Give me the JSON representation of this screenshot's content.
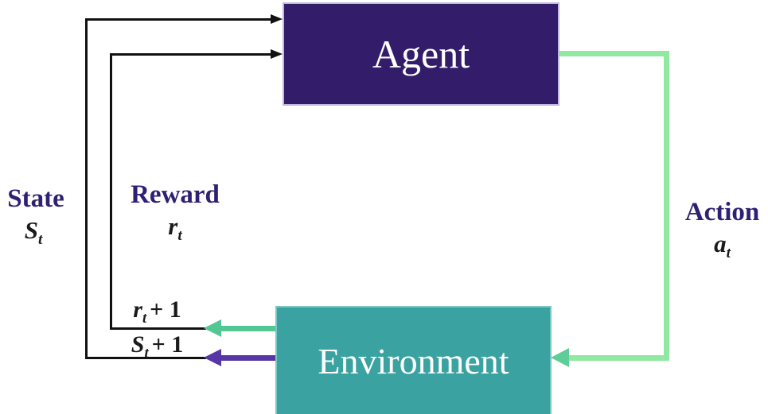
{
  "diagram": {
    "agent": {
      "label": "Agent"
    },
    "environment": {
      "label": "Environment"
    },
    "labels": {
      "state": {
        "name": "State",
        "base": "S",
        "sub": "t"
      },
      "reward": {
        "name": "Reward",
        "base": "r",
        "sub": "t"
      },
      "action": {
        "name": "Action",
        "base": "a",
        "sub": "t"
      },
      "next_reward": {
        "base": "r",
        "sub": "t",
        "suffix": "+ 1"
      },
      "next_state": {
        "base": "S",
        "sub": "t",
        "suffix": "+ 1"
      }
    }
  },
  "colors": {
    "agent_box": "#331D6B",
    "agent_box_border": "#C0B8DD",
    "environment_box": "#3AA3A1",
    "environment_box_border": "#7CC6C4",
    "box_text": "#FFFFFF",
    "label_text": "#2E2173",
    "symbol_text": "#1A1A1A",
    "wire": "#111111",
    "action_line": "#90E8A1",
    "action_arrowhead": "#5FCD98",
    "reward_arrow": "#52C794",
    "state_arrow": "#5637A5"
  }
}
